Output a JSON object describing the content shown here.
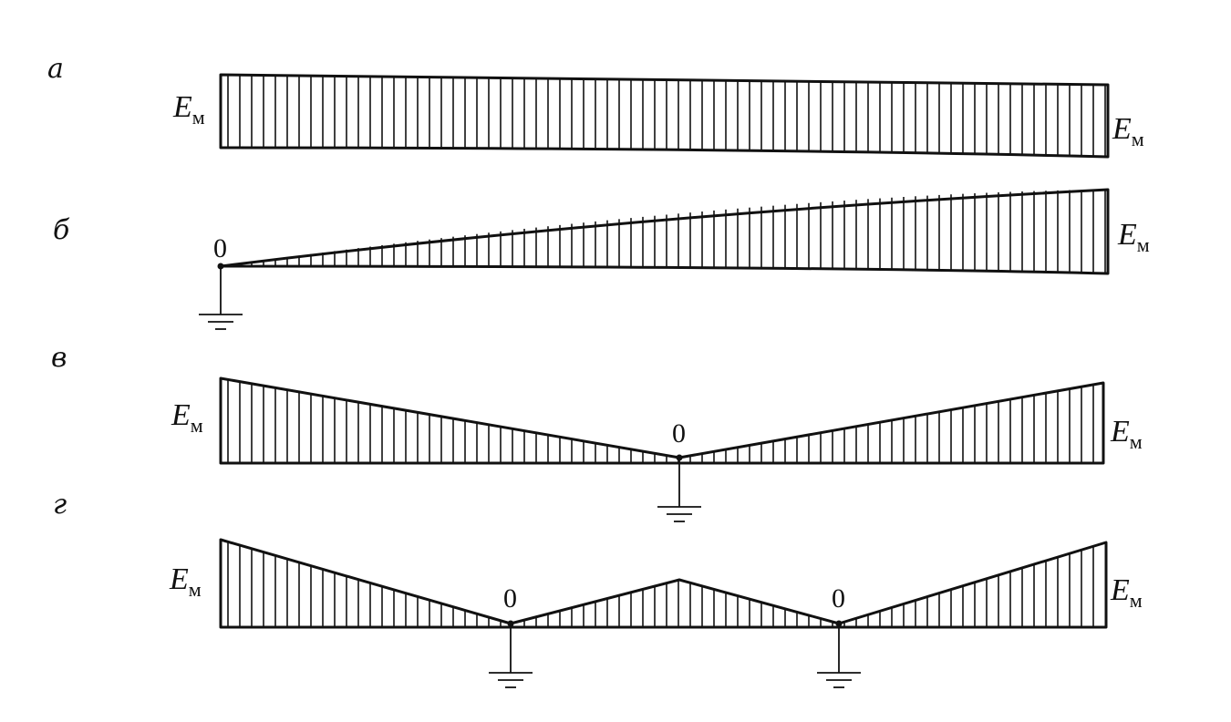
{
  "panels": [
    {
      "id": "a",
      "letter": "а",
      "left_label": {
        "main": "E",
        "sub": "м"
      },
      "right_label": {
        "main": "E",
        "sub": "м"
      },
      "zero_labels": []
    },
    {
      "id": "b",
      "letter": "б",
      "left_label": null,
      "right_label": {
        "main": "E",
        "sub": "м"
      },
      "zero_labels": [
        "0"
      ]
    },
    {
      "id": "v",
      "letter": "в",
      "left_label": {
        "main": "E",
        "sub": "м"
      },
      "right_label": {
        "main": "E",
        "sub": "м"
      },
      "zero_labels": [
        "0"
      ]
    },
    {
      "id": "g",
      "letter": "г",
      "left_label": {
        "main": "E",
        "sub": "м"
      },
      "right_label": {
        "main": "E",
        "sub": "м"
      },
      "zero_labels": [
        "0",
        "0"
      ]
    }
  ],
  "colors": {
    "ink": "#111111",
    "background": "#ffffff"
  }
}
